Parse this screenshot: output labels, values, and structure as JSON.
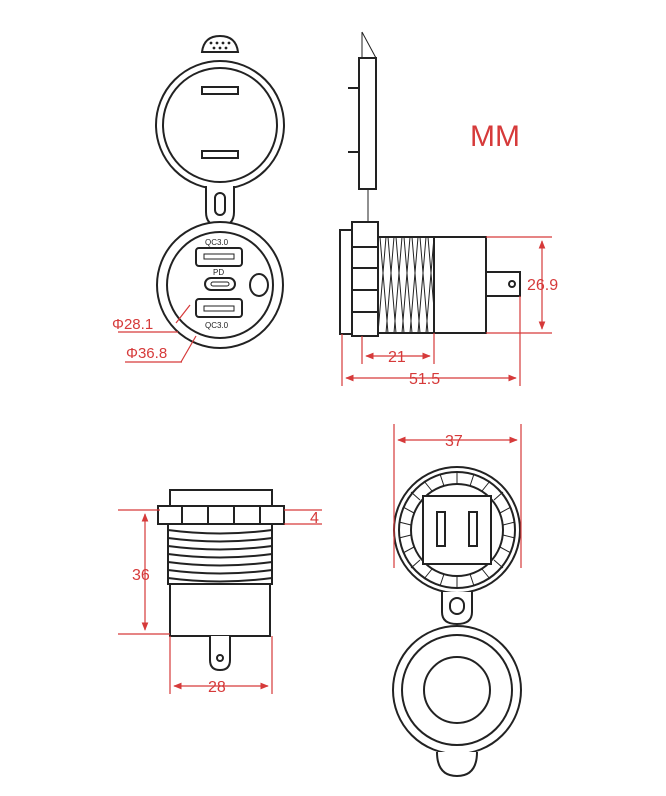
{
  "unit_label": "MM",
  "port_labels": {
    "top_usb": "QC3.0",
    "middle_usb": "PD",
    "bottom_usb": "QC3.0"
  },
  "dimensions": {
    "inner_diameter": "Φ28.1",
    "outer_diameter": "Φ36.8",
    "flange_height": "26.9",
    "thread_length": "21",
    "total_length": "51.5",
    "nut_width": "37",
    "body_height": "36",
    "flange_thickness": "4",
    "body_width": "28"
  },
  "colors": {
    "line": "#222222",
    "dimension": "#d63a3a"
  }
}
